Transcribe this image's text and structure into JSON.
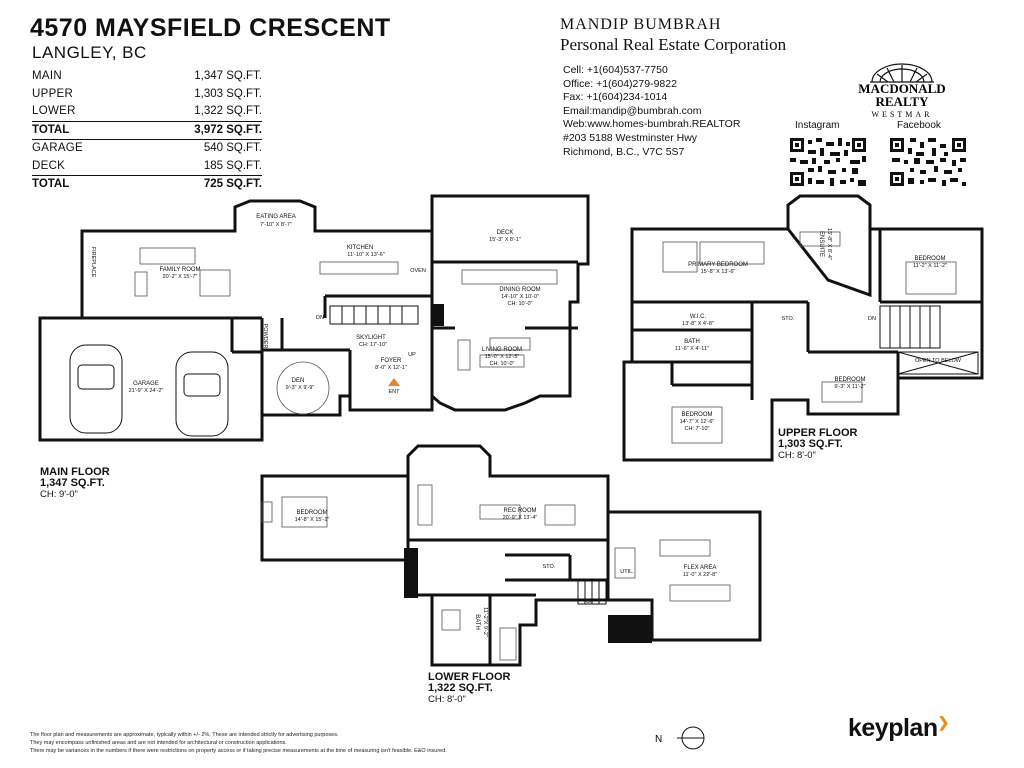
{
  "property": {
    "title": "4570 MAYSFIELD CRESCENT",
    "subtitle": "LANGLEY, BC"
  },
  "areas": [
    {
      "label": "MAIN",
      "value": "1,347 SQ.FT."
    },
    {
      "label": "UPPER",
      "value": "1,303 SQ.FT."
    },
    {
      "label": "LOWER",
      "value": "1,322 SQ.FT."
    }
  ],
  "total1": {
    "label": "TOTAL",
    "value": "3,972 SQ.FT."
  },
  "areas2": [
    {
      "label": "GARAGE",
      "value": "540 SQ.FT."
    },
    {
      "label": "DECK",
      "value": "185 SQ.FT."
    }
  ],
  "total2": {
    "label": "TOTAL",
    "value": "725 SQ.FT."
  },
  "agent": {
    "name": "MANDIP BUMBRAH",
    "corporation": "Personal Real Estate Corporation",
    "contacts": [
      "Cell: +1(604)537-7750",
      "Office: +1(604)279-9822",
      "Fax: +1(604)234-1014",
      "Email:mandip@bumbrah.com",
      "Web:www.homes-bumbrah.REALTOR",
      "#203 5188 Westminster Hwy",
      "Richmond, B.C., V7C 5S7"
    ]
  },
  "logo": {
    "line1": "MACDONALD",
    "line2": "REALTY",
    "line3": "WESTMAR"
  },
  "qr": {
    "instagram": "Instagram",
    "facebook": "Facebook"
  },
  "floors": {
    "main": {
      "name": "MAIN FLOOR",
      "area": "1,347 SQ.FT.",
      "ch": "CH: 9'-0\""
    },
    "upper": {
      "name": "UPPER FLOOR",
      "area": "1,303 SQ.FT.",
      "ch": "CH: 8'-0\""
    },
    "lower": {
      "name": "LOWER FLOOR",
      "area": "1,322 SQ.FT.",
      "ch": "CH: 8'-0\""
    }
  },
  "rooms": {
    "eating": {
      "name": "EATING AREA",
      "dim": "7'-10\" X 8'-7\""
    },
    "deck": {
      "name": "DECK",
      "dim": "15'-3\" X 8'-1\""
    },
    "kitchen": {
      "name": "KITCHEN",
      "dim": "11'-10\" X 13'-6\""
    },
    "family": {
      "name": "FAMILY ROOM",
      "dim": "20'-2\" X 15'-7\""
    },
    "dining": {
      "name": "DINING ROOM",
      "dim": "14'-10\" X 10'-0\"",
      "ch": "CH: 10'-0\""
    },
    "living": {
      "name": "LIVING ROOM",
      "dim": "15'-0\" X 12'-5\"",
      "ch": "CH: 10'-0\""
    },
    "garage": {
      "name": "GARAGE",
      "dim": "21'-9\" X 24'-2\""
    },
    "den": {
      "name": "DEN",
      "dim": "9'-3\" X 9'-9\""
    },
    "foyer": {
      "name": "FOYER",
      "dim": "8'-0\" X 12'-1\""
    },
    "skylight": {
      "name": "SKYLIGHT",
      "dim": "CH: 17'-10\""
    },
    "powder": {
      "name": "POWDER"
    },
    "oven": {
      "name": "OVEN"
    },
    "fireplace": {
      "name": "FIREPLACE"
    },
    "ent": {
      "name": "ENT"
    },
    "primary": {
      "name": "PRIMARY BEDROOM",
      "dim": "15'-8\" X 13'-6\""
    },
    "ensuite": {
      "name": "ENSUITE",
      "dim": "15'-8\" X 8'-4\""
    },
    "bed_up1": {
      "name": "BEDROOM",
      "dim": "11'-2\" X 11'-2\""
    },
    "wic": {
      "name": "W.I.C.",
      "dim": "13'-8\" X 4'-8\""
    },
    "bath_up": {
      "name": "BATH",
      "dim": "11'-6\" X 4'-11\""
    },
    "bed_up2": {
      "name": "BEDROOM",
      "dim": "14'-7\" X 12'-6\"",
      "ch": "CH: 7'-10\""
    },
    "bed_up3": {
      "name": "BEDROOM",
      "dim": "9'-3\" X 11'-2\""
    },
    "open_below": {
      "name": "OPEN TO BELOW"
    },
    "bed_low": {
      "name": "BEDROOM",
      "dim": "14'-8\" X 15'-1\""
    },
    "rec": {
      "name": "REC ROOM",
      "dim": "20'-9\" X 13'-4\""
    },
    "flex": {
      "name": "FLEX AREA",
      "dim": "11'-0\" X 22'-8\""
    },
    "sto": {
      "name": "STO."
    },
    "util": {
      "name": "UTIL."
    },
    "bath_low": {
      "name": "BATH",
      "dim": "11'-2\"X 9'-2\""
    },
    "up": {
      "name": "UP"
    },
    "dn": {
      "name": "DN"
    }
  },
  "disclaimer": [
    "The floor plan and measurements are approximate, typically within +/- 2%. These are intended strictly for advertising purposes.",
    "They may encompass unfinished areas and are not intended for architectural or construction applications.",
    "There may be variances in the numbers if there were restrictions on property access or if taking precise measurements at the time of measuring isn't feasible. E&O insured."
  ],
  "brand": {
    "name": "keyplan",
    "mark": "❯"
  },
  "compass": {
    "label": "N"
  },
  "colors": {
    "text": "#111111",
    "accent": "#f08c1e",
    "entry_arrow": "#e8843a"
  }
}
